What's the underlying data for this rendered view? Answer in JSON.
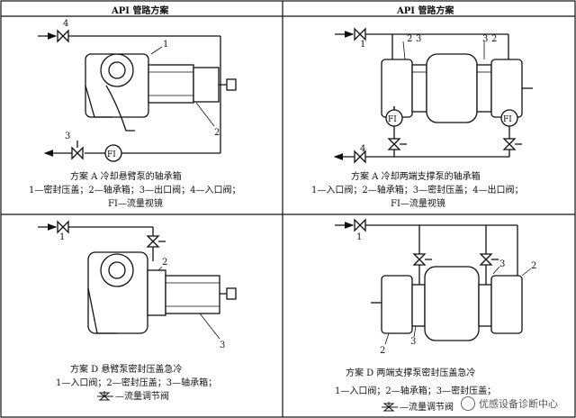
{
  "header": {
    "left_title": "API 管路方案",
    "right_title": "API 管路方案"
  },
  "panels": [
    {
      "id": "top-left",
      "caption_title": "方案 A    冷却悬臂泵的轴承箱",
      "legend_lines": [
        "1—密封压盖；2—轴承箱；3—出口阀；4—入口阀；",
        "FI—流量视镜"
      ],
      "labels": {
        "n1": "1",
        "n2": "2",
        "n3": "3",
        "n4": "4",
        "fi": "FI"
      }
    },
    {
      "id": "top-right",
      "caption_title": "方案 A    冷却两端支撑泵的轴承箱",
      "legend_lines": [
        "1—入口阀；2—轴承箱；3—密封压盖；4—出口阀；",
        "FI—流量视镜"
      ],
      "labels": {
        "n1": "1",
        "n2": "2",
        "n3": "3",
        "n4": "4",
        "fi": "FI"
      }
    },
    {
      "id": "bottom-left",
      "caption_title": "方案 D    悬臂泵密封压盖急冷",
      "legend_lines": [
        "1—入口阀；2—密封压盖；3—轴承箱；",
        "—流量调节阀"
      ],
      "labels": {
        "n1": "1",
        "n2": "2",
        "n3": "3"
      }
    },
    {
      "id": "bottom-right",
      "caption_title": "方案 D    两端支撑泵密封压盖急冷",
      "legend_lines": [
        "1—入口阀；2—轴承箱；3—密封压盖；",
        "—流量调节阀"
      ],
      "labels": {
        "n1": "1",
        "n2": "2",
        "n3": "3"
      }
    }
  ],
  "watermark": "优感设备诊断中心"
}
